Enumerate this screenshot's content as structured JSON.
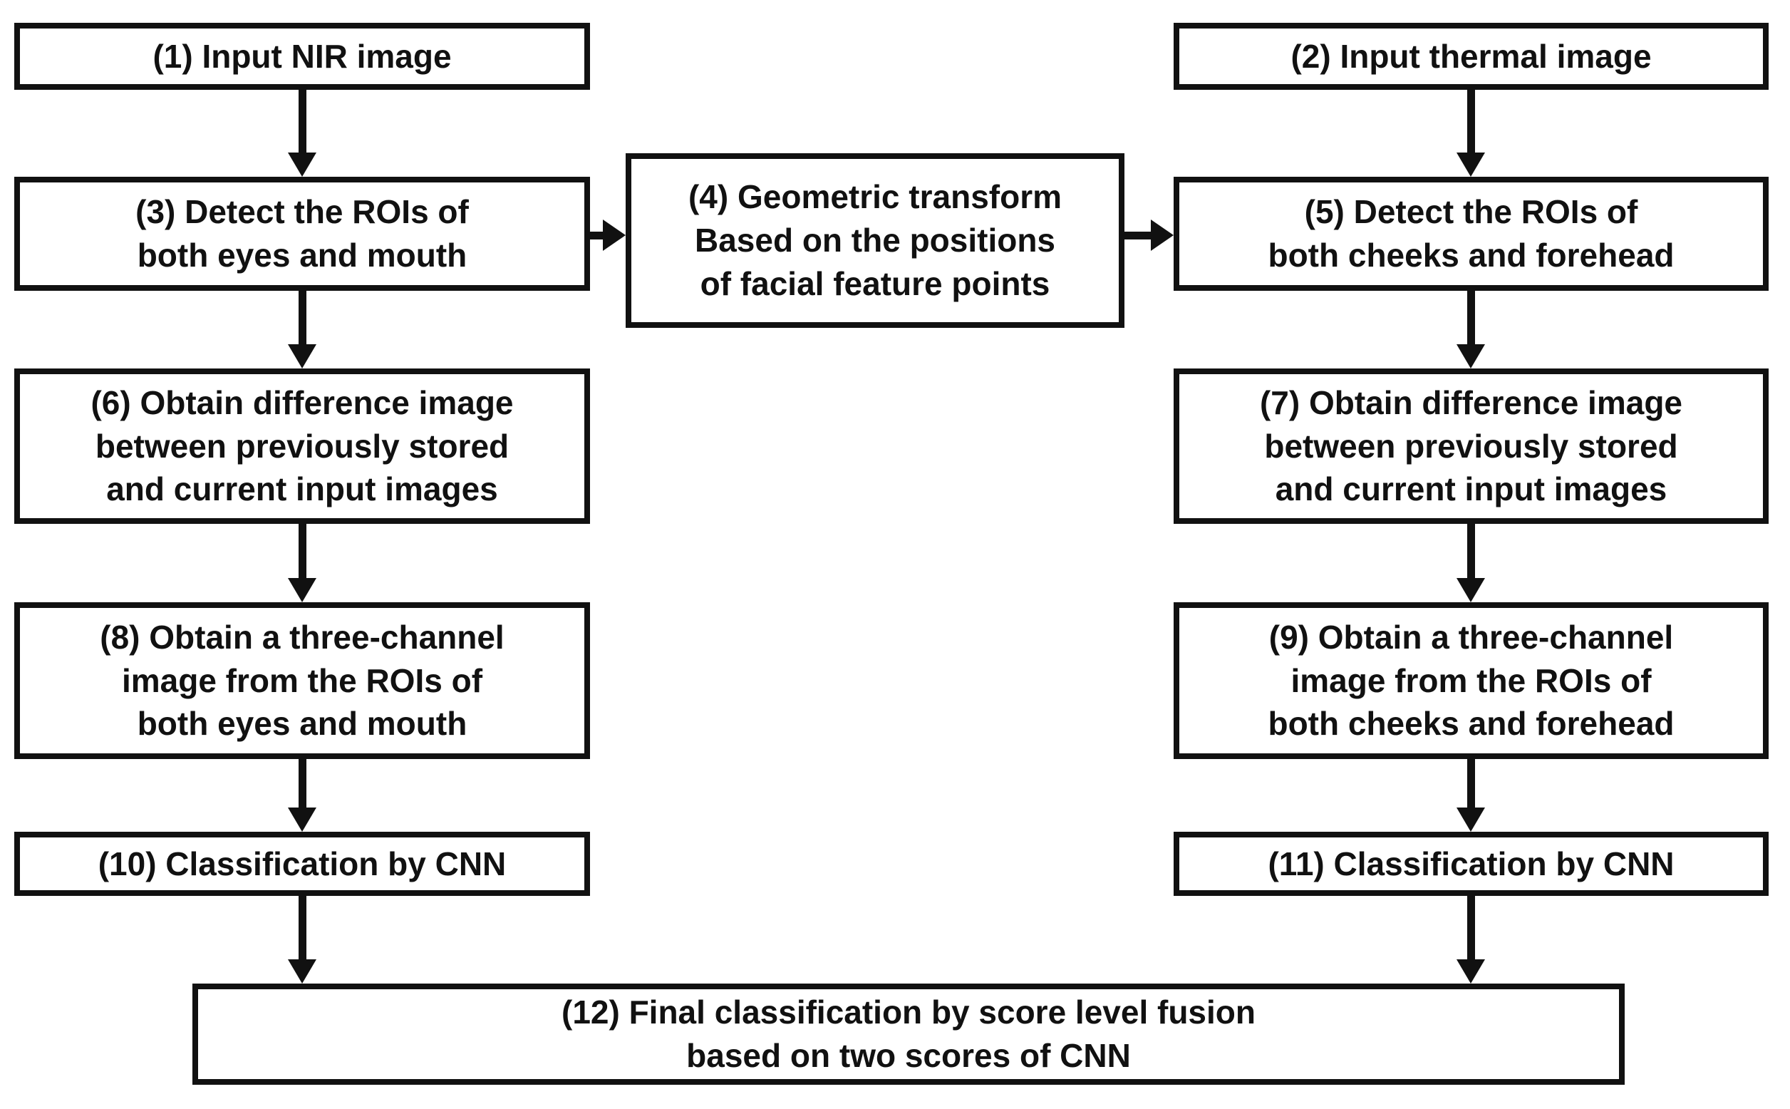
{
  "colors": {
    "background": "#ffffff",
    "box_fill": "#ffffff",
    "box_border": "#111111",
    "arrow": "#111111",
    "text": "#111111"
  },
  "diagram": {
    "type": "flowchart",
    "nodes": [
      {
        "id": "1",
        "text": "(1) Input NIR image"
      },
      {
        "id": "2",
        "text": "(2) Input thermal image"
      },
      {
        "id": "3",
        "text": "(3) Detect the ROIs of\nboth eyes and mouth"
      },
      {
        "id": "4",
        "text": "(4) Geometric transform\nBased on the positions\nof facial feature points"
      },
      {
        "id": "5",
        "text": "(5) Detect the ROIs of\nboth cheeks and forehead"
      },
      {
        "id": "6",
        "text": "(6) Obtain difference image\nbetween previously stored\nand current input images"
      },
      {
        "id": "7",
        "text": "(7) Obtain difference image\nbetween previously stored\nand current input images"
      },
      {
        "id": "8",
        "text": "(8) Obtain a three-channel\nimage from the ROIs of\nboth eyes and mouth"
      },
      {
        "id": "9",
        "text": "(9) Obtain a three-channel\nimage from the ROIs of\nboth cheeks and forehead"
      },
      {
        "id": "10",
        "text": "(10) Classification by CNN"
      },
      {
        "id": "11",
        "text": "(11) Classification by CNN"
      },
      {
        "id": "12",
        "text": "(12) Final classification by score level fusion\nbased on two scores of CNN"
      }
    ],
    "edges": [
      {
        "from": "1",
        "to": "3"
      },
      {
        "from": "2",
        "to": "5"
      },
      {
        "from": "3",
        "to": "4"
      },
      {
        "from": "4",
        "to": "5"
      },
      {
        "from": "3",
        "to": "6"
      },
      {
        "from": "5",
        "to": "7"
      },
      {
        "from": "6",
        "to": "8"
      },
      {
        "from": "7",
        "to": "9"
      },
      {
        "from": "8",
        "to": "10"
      },
      {
        "from": "9",
        "to": "11"
      },
      {
        "from": "10",
        "to": "12"
      },
      {
        "from": "11",
        "to": "12"
      }
    ]
  }
}
